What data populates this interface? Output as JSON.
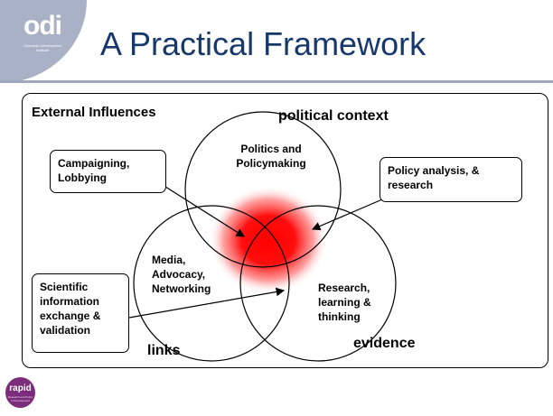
{
  "header": {
    "title": "A Practical Framework",
    "logo": {
      "word": "odi",
      "subtitle": "Overseas Development Institute"
    }
  },
  "diagram": {
    "external_label": "External Influences",
    "political_label": "political context",
    "evidence_label": "evidence",
    "links_label": "links",
    "circles": {
      "top": [
        "Politics and",
        "Policymaking"
      ],
      "left": [
        "Media,",
        "Advocacy,",
        "Networking"
      ],
      "right": [
        "Research,",
        "learning &",
        "thinking"
      ]
    },
    "boxes": {
      "campaigning": [
        "Campaigning,",
        "Lobbying"
      ],
      "policy": [
        "Policy analysis, &",
        "research"
      ],
      "scientific": [
        "Scientific",
        "information",
        "exchange &",
        "validation"
      ]
    },
    "highlight_color": "#ff0000"
  },
  "footer": {
    "logo": {
      "word": "rapid",
      "subtitle": "Research and Policy in Development"
    }
  }
}
